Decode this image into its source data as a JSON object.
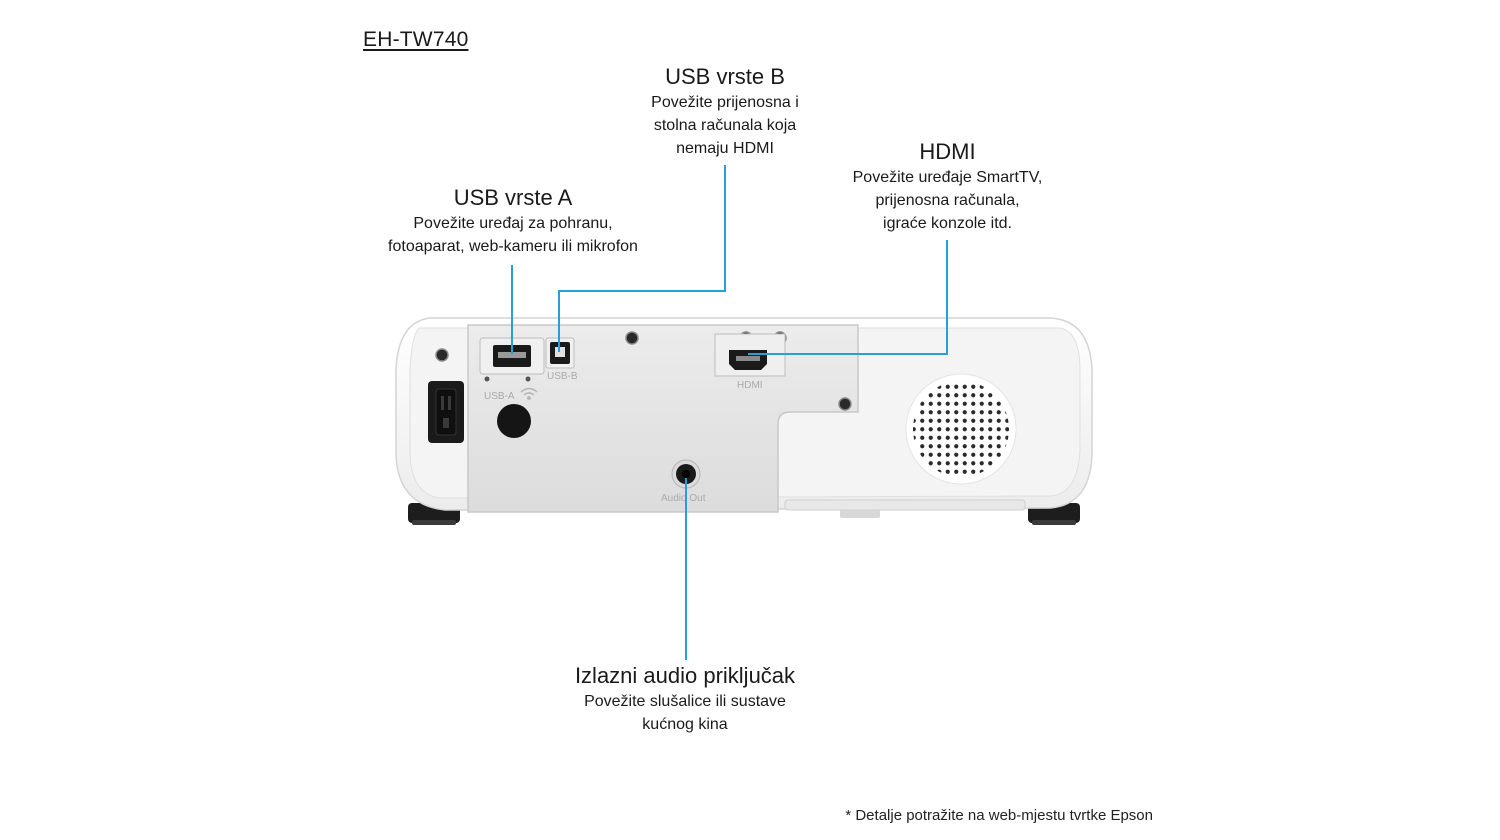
{
  "model": "EH-TW740",
  "callouts": {
    "usb_b": {
      "title": "USB vrste B",
      "desc": "Povežite prijenosna i\nstolna računala koja\nnemaju HDMI"
    },
    "hdmi": {
      "title": "HDMI",
      "desc": "Povežite uređaje SmartTV,\nprijenosna računala,\nigraće konzole itd."
    },
    "usb_a": {
      "title": "USB vrste A",
      "desc": "Povežite uređaj za pohranu,\nfotoaparat, web-kameru ili mikrofon"
    },
    "audio": {
      "title": "Izlazni audio priključak",
      "desc": "Povežite slušalice ili sustave\nkućnog kina"
    }
  },
  "port_labels": {
    "usb_a": "USB-A",
    "usb_b": "USB-B",
    "hdmi": "HDMI",
    "audio": "Audio Out"
  },
  "footnote": "* Detalje potražite na web-mjestu tvrtke Epson",
  "colors": {
    "leader_line": "#2a9fd6",
    "body_white": "#f7f7f7",
    "panel_gray": "#e6e6e6",
    "port_black": "#1a1a1a"
  }
}
